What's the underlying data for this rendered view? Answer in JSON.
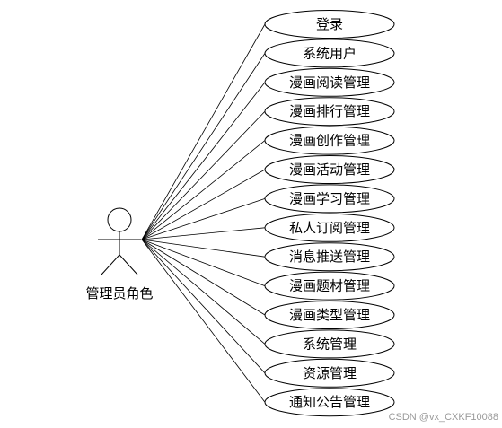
{
  "actor": {
    "label": "管理员角色"
  },
  "use_cases": [
    "登录",
    "系统用户",
    "漫画阅读管理",
    "漫画排行管理",
    "漫画创作管理",
    "漫画活动管理",
    "漫画学习管理",
    "私人订阅管理",
    "消息推送管理",
    "漫画题材管理",
    "漫画类型管理",
    "系统管理",
    "资源管理",
    "通知公告管理"
  ],
  "watermark": "CSDN @vx_CXKF10088"
}
